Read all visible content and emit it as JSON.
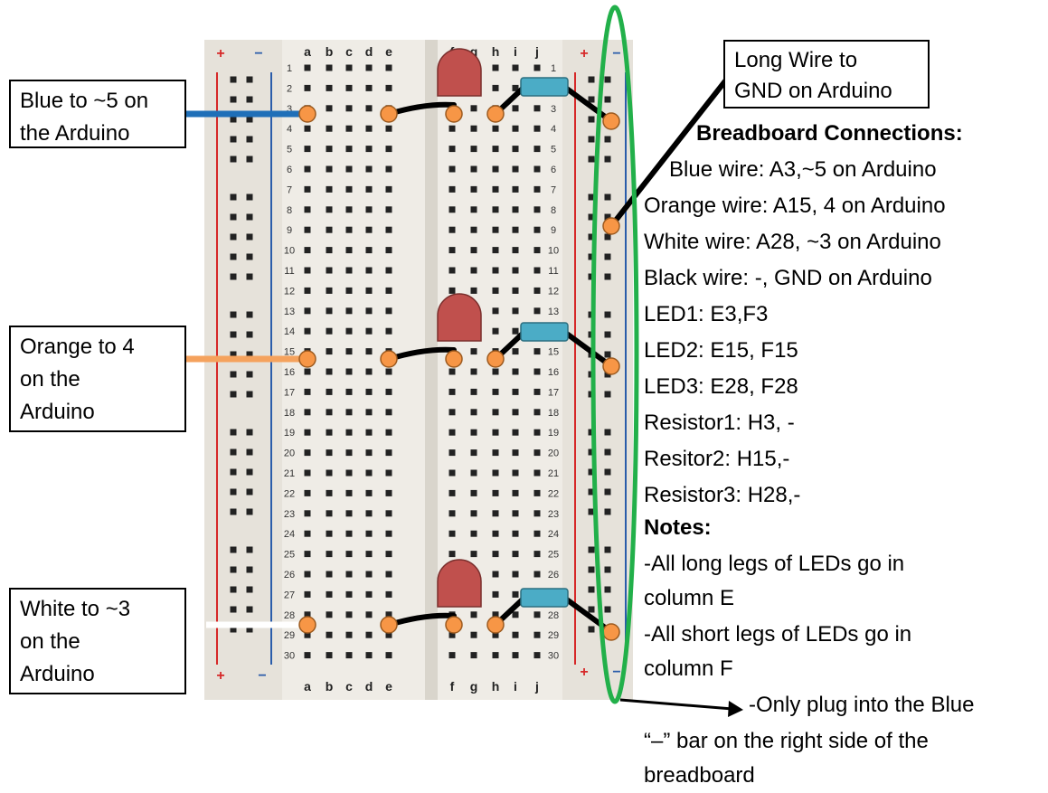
{
  "callouts": {
    "blue": "Blue to ~5 on\nthe Arduino",
    "orange": "Orange to 4\non the\nArduino",
    "white": "White to ~3\non the\nArduino",
    "gnd": "Long Wire to\nGND on Arduino"
  },
  "breadboard": {
    "column_letters_left": [
      "a",
      "b",
      "c",
      "d",
      "e"
    ],
    "column_letters_right": [
      "f",
      "g",
      "h",
      "i",
      "j"
    ],
    "plus_sign": "+",
    "minus_sign": "−",
    "row_count": 30
  },
  "connections": {
    "heading": "Breadboard Connections:",
    "lines": [
      "Blue wire: A3,~5 on Arduino",
      "Orange wire: A15, 4 on Arduino",
      "White wire: A28, ~3 on Arduino",
      "Black wire: -, GND on Arduino",
      "LED1: E3,F3",
      "LED2: E15, F15",
      "LED3: E28, F28",
      "Resistor1: H3, -",
      "Resitor2: H15,-",
      "Resistor3: H28,-"
    ]
  },
  "notes": {
    "heading": "Notes:",
    "lines": [
      "-All long legs of LEDs go in",
      "column E",
      "-All short legs of LEDs go in",
      "column F"
    ]
  },
  "arrow_note": {
    "lines": [
      "-Only plug into the Blue",
      "“–” bar on the right side of the",
      "breadboard"
    ]
  },
  "colors": {
    "blue_wire": "#1f6fb8",
    "orange_wire": "#f5a25d",
    "white_wire": "#ffffff",
    "black_wire": "#000000",
    "led": "#c0504d",
    "resistor": "#4bacc6",
    "node": "#f79646",
    "highlight_ellipse": "#22b04a",
    "rail_red": "#d62828",
    "rail_blue": "#2a5caa",
    "board": "#efece6"
  }
}
